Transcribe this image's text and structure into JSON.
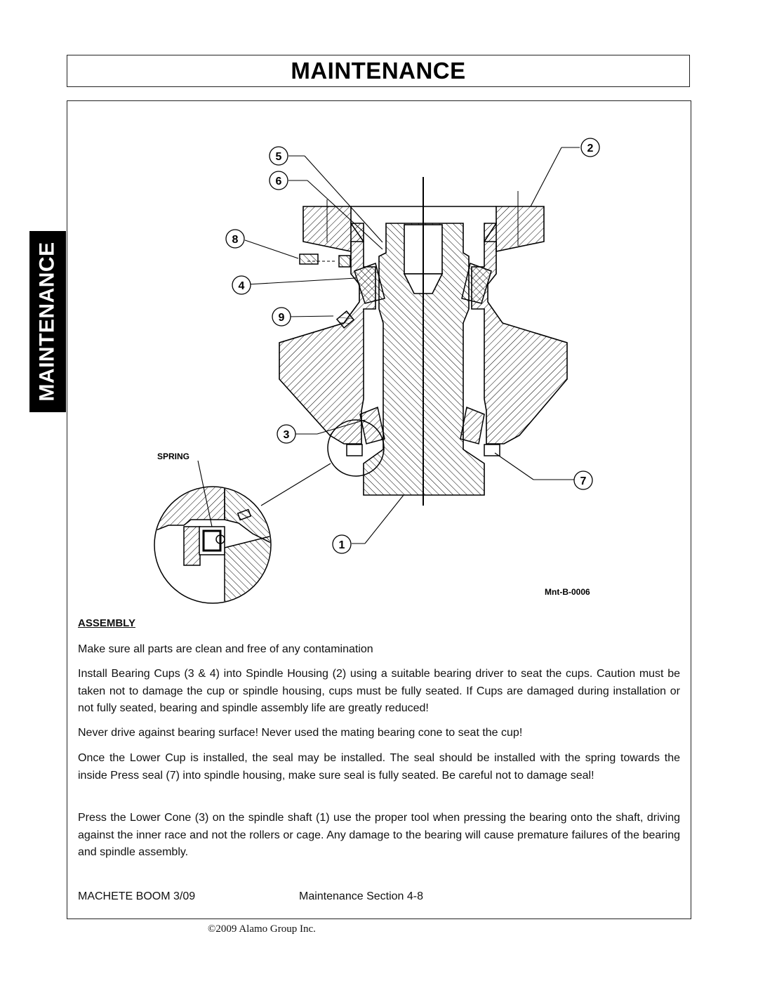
{
  "header": {
    "title": "MAINTENANCE"
  },
  "side_tab": {
    "label": "MAINTENANCE"
  },
  "diagram": {
    "callouts": [
      "5",
      "6",
      "2",
      "8",
      "4",
      "9",
      "3",
      "7",
      "1"
    ],
    "spring_label": "SPRING",
    "figure_id": "Mnt-B-0006"
  },
  "assembly": {
    "heading": "ASSEMBLY",
    "paragraphs": [
      "Make sure all parts are clean and free of any contamination",
      "Install Bearing Cups (3 & 4) into Spindle Housing (2) using a suitable bearing driver to seat the cups.  Caution must be taken not to damage the cup or spindle housing, cups must be fully seated.  If  Cups are damaged during installation or not fully seated, bearing and spindle assembly life are greatly reduced!",
      "Never drive against bearing surface!  Never used the mating bearing cone to seat  the cup!",
      "Once the Lower Cup is installed, the seal may be installed.  The seal should be installed with the spring towards the inside Press seal (7) into spindle housing, make sure seal is fully seated.  Be careful not to damage seal!",
      "Press the Lower Cone (3) on the spindle shaft (1) use the proper tool when pressing the bearing onto the shaft, driving against the inner race and not the rollers or cage.  Any damage to the bearing will cause premature failures of the bearing and spindle assembly."
    ]
  },
  "footer": {
    "left": "MACHETE BOOM 3/09",
    "center": "Maintenance Section 4-8",
    "copyright": "©2009 Alamo Group Inc."
  }
}
